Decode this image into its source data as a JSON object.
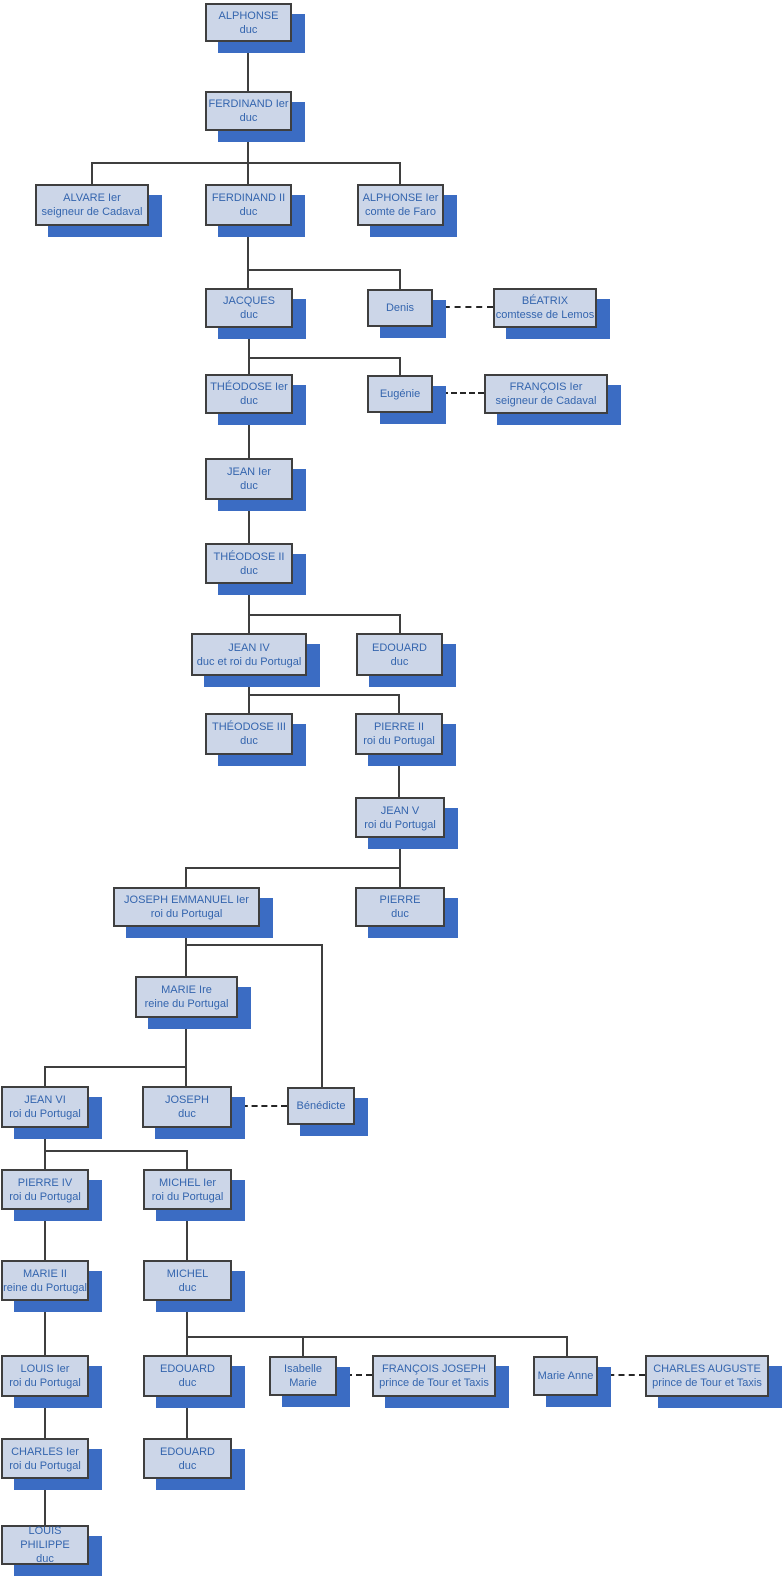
{
  "diagram": {
    "type": "family-tree",
    "solid_line_meaning": "descent (parent to child)",
    "dashed_line_meaning": "marriage / union"
  },
  "colors": {
    "node_fill": "#ccd6e8",
    "node_border": "#3f3f3f",
    "node_text": "#3465ae",
    "node_shadow": "#3b6cc3",
    "connector": "#3f3f3f",
    "background": "#ffffff"
  },
  "nodes": [
    {
      "name": "ALPHONSE",
      "title": "duc"
    },
    {
      "name": "FERDINAND Ier",
      "title": "duc"
    },
    {
      "name": "ALVARE Ier",
      "title": "seigneur de Cadaval"
    },
    {
      "name": "FERDINAND II",
      "title": "duc"
    },
    {
      "name": "ALPHONSE Ier",
      "title": "comte de Faro"
    },
    {
      "name": "JACQUES",
      "title": "duc"
    },
    {
      "name": "Denis",
      "title": ""
    },
    {
      "name": "BÉATRIX",
      "title": "comtesse de Lemos"
    },
    {
      "name": "THÉODOSE Ier",
      "title": "duc"
    },
    {
      "name": "Eugénie",
      "title": ""
    },
    {
      "name": "FRANÇOIS Ier",
      "title": "seigneur de Cadaval"
    },
    {
      "name": "JEAN Ier",
      "title": "duc"
    },
    {
      "name": "THÉODOSE II",
      "title": "duc"
    },
    {
      "name": "JEAN IV",
      "title": "duc et roi du Portugal"
    },
    {
      "name": "EDOUARD",
      "title": "duc"
    },
    {
      "name": "THÉODOSE III",
      "title": "duc"
    },
    {
      "name": "PIERRE II",
      "title": "roi du Portugal"
    },
    {
      "name": "JEAN V",
      "title": "roi du Portugal"
    },
    {
      "name": "JOSEPH EMMANUEL Ier",
      "title": "roi du Portugal"
    },
    {
      "name": "PIERRE",
      "title": "duc"
    },
    {
      "name": "MARIE Ire",
      "title": "reine du Portugal"
    },
    {
      "name": "JEAN VI",
      "title": "roi du Portugal"
    },
    {
      "name": "JOSEPH",
      "title": "duc"
    },
    {
      "name": "Bénédicte",
      "title": ""
    },
    {
      "name": "PIERRE IV",
      "title": "roi du Portugal"
    },
    {
      "name": "MICHEL Ier",
      "title": "roi du Portugal"
    },
    {
      "name": "MARIE II",
      "title": "reine du Portugal"
    },
    {
      "name": "MICHEL",
      "title": "duc"
    },
    {
      "name": "LOUIS Ier",
      "title": "roi du Portugal"
    },
    {
      "name": "EDOUARD",
      "title": "duc"
    },
    {
      "name": "Isabelle Marie",
      "title": ""
    },
    {
      "name": "FRANÇOIS JOSEPH",
      "title": "prince de Tour et Taxis"
    },
    {
      "name": "Marie Anne",
      "title": ""
    },
    {
      "name": "CHARLES AUGUSTE",
      "title": "prince de Tour et Taxis"
    },
    {
      "name": "CHARLES Ier",
      "title": "roi du Portugal"
    },
    {
      "name": "EDOUARD",
      "title": "duc"
    },
    {
      "name": "LOUIS PHILIPPE",
      "title": "duc"
    }
  ],
  "relations": [
    {
      "parent": "ALPHONSE",
      "children": [
        "FERDINAND Ier"
      ]
    },
    {
      "parent": "FERDINAND Ier",
      "children": [
        "ALVARE Ier",
        "FERDINAND II",
        "ALPHONSE Ier"
      ]
    },
    {
      "parent": "FERDINAND II",
      "children": [
        "JACQUES",
        "Denis"
      ]
    },
    {
      "parent": "JACQUES",
      "children": [
        "THÉODOSE Ier",
        "Eugénie"
      ]
    },
    {
      "parent": "THÉODOSE Ier",
      "children": [
        "JEAN Ier"
      ]
    },
    {
      "parent": "JEAN Ier",
      "children": [
        "THÉODOSE II"
      ]
    },
    {
      "parent": "THÉODOSE II",
      "children": [
        "JEAN IV",
        "EDOUARD"
      ]
    },
    {
      "parent": "JEAN IV",
      "children": [
        "THÉODOSE III",
        "PIERRE II"
      ]
    },
    {
      "parent": "PIERRE II",
      "children": [
        "JEAN V"
      ]
    },
    {
      "parent": "JEAN V",
      "children": [
        "JOSEPH EMMANUEL Ier",
        "PIERRE"
      ]
    },
    {
      "parent": "JOSEPH EMMANUEL Ier",
      "children": [
        "MARIE Ire",
        "Bénédicte"
      ]
    },
    {
      "parent": "MARIE Ire",
      "children": [
        "JEAN VI",
        "JOSEPH"
      ]
    },
    {
      "parent": "JEAN VI",
      "children": [
        "PIERRE IV",
        "MICHEL Ier"
      ]
    },
    {
      "parent": "PIERRE IV",
      "children": [
        "MARIE II"
      ]
    },
    {
      "parent": "MARIE II",
      "children": [
        "LOUIS Ier"
      ]
    },
    {
      "parent": "LOUIS Ier",
      "children": [
        "CHARLES Ier"
      ]
    },
    {
      "parent": "CHARLES Ier",
      "children": [
        "LOUIS PHILIPPE"
      ]
    },
    {
      "parent": "MICHEL Ier",
      "children": [
        "MICHEL"
      ]
    },
    {
      "parent": "MICHEL",
      "children": [
        "EDOUARD",
        "Isabelle Marie",
        "Marie Anne"
      ]
    },
    {
      "parent": "EDOUARD (duc, fils de MICHEL)",
      "children": [
        "EDOUARD"
      ]
    }
  ],
  "unions": [
    [
      "Denis",
      "BÉATRIX"
    ],
    [
      "Eugénie",
      "FRANÇOIS Ier"
    ],
    [
      "JOSEPH",
      "Bénédicte"
    ],
    [
      "Isabelle Marie",
      "FRANÇOIS JOSEPH"
    ],
    [
      "Marie Anne",
      "CHARLES AUGUSTE"
    ]
  ]
}
